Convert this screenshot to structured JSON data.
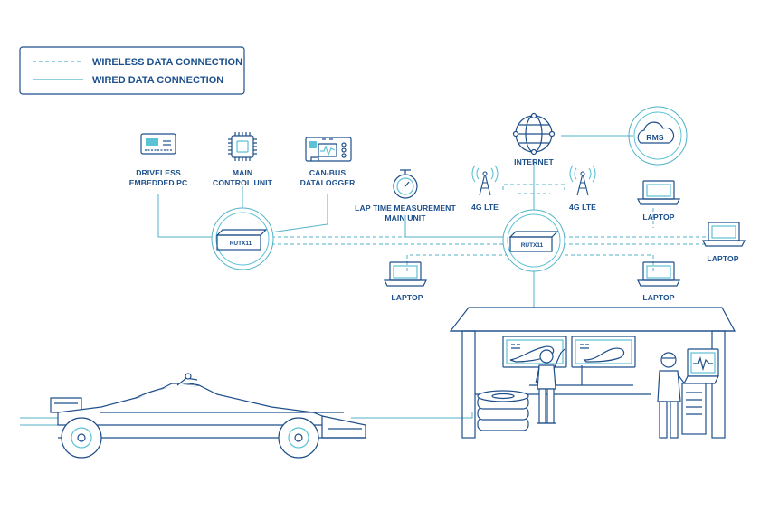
{
  "colors": {
    "outline": "#1f4f8a",
    "wire": "#4fb2c7",
    "accent": "#5cc2d6"
  },
  "legend": {
    "wireless": "WIRELESS DATA CONNECTION",
    "wired": "WIRED DATA CONNECTION"
  },
  "devices": {
    "driveless_pc": [
      "DRIVELESS",
      "EMBEDDED PC"
    ],
    "main_control_unit": [
      "MAIN",
      "CONTROL UNIT"
    ],
    "canbus_datalogger": [
      "CAN-BUS",
      "DATALOGGER"
    ],
    "lap_time_unit": [
      "LAP TIME MEASUREMENT",
      "MAIN UNIT"
    ],
    "internet": "INTERNET",
    "rms": "RMS",
    "lte_left": "4G LTE",
    "lte_right": "4G LTE",
    "router_left": "RUTX11",
    "router_right": "RUTX11"
  },
  "laptops": [
    "LAPTOP",
    "LAPTOP",
    "LAPTOP",
    "LAPTOP"
  ]
}
